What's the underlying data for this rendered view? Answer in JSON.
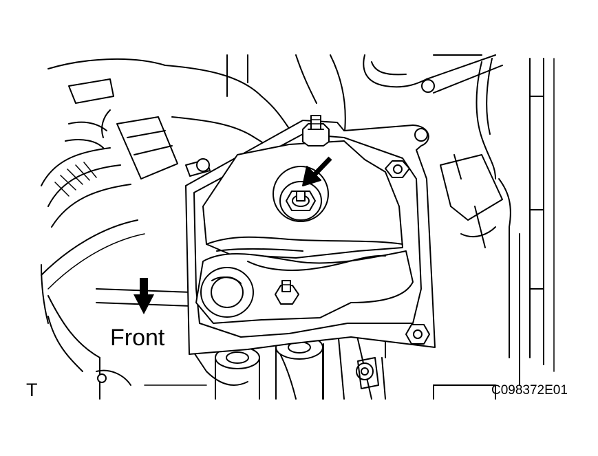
{
  "labels": {
    "front": "Front",
    "corner_mark": "T",
    "figure_code": "C098372E01"
  },
  "colors": {
    "line": "#000000",
    "background": "#ffffff"
  },
  "icons": {
    "direction_arrow": "down-arrow-icon",
    "target_arrow": "diagonal-arrow-icon"
  }
}
